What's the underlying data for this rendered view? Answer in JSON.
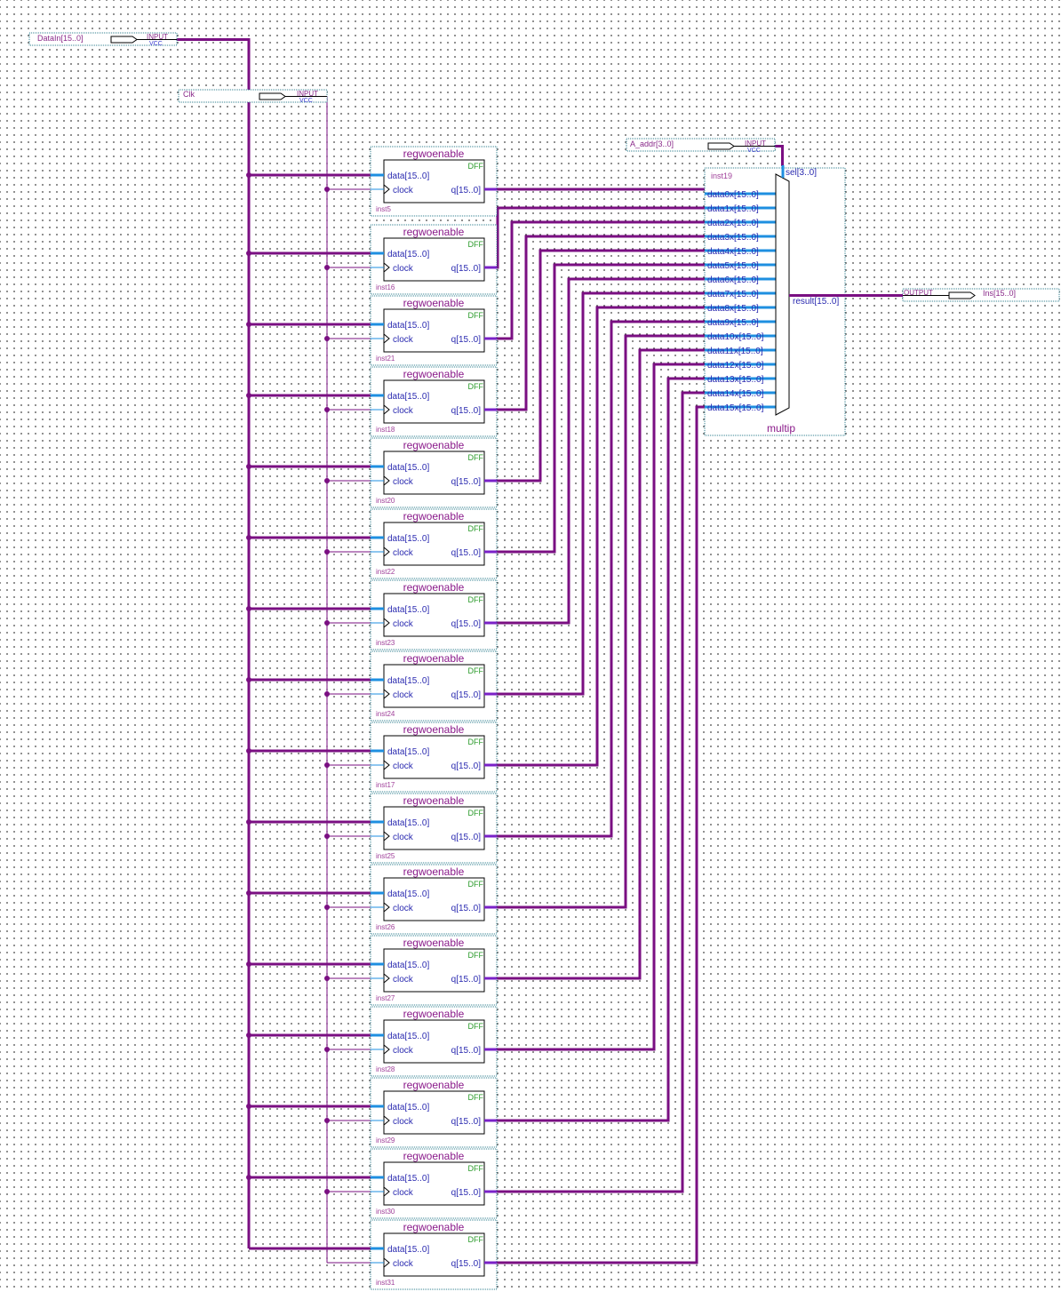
{
  "colors": {
    "bus": "#7a0f82",
    "pin_stub": "#1e8fe0",
    "pin_text": "#2a2ab0",
    "symbol_name": "#8a1a8a",
    "dff_label": "#2a9a2a",
    "inst_label": "#a0409a",
    "frame": "#2f7f8f",
    "io_text": "#8a2a8a",
    "vcc_text": "#3a3ad0"
  },
  "inputs": [
    {
      "name": "DataIn[15..0]",
      "kind": "INPUT",
      "sub": "VCC"
    },
    {
      "name": "Clk",
      "kind": "INPUT",
      "sub": "VCC"
    },
    {
      "name": "A_addr[3..0]",
      "kind": "INPUT",
      "sub": "VCC"
    }
  ],
  "output": {
    "name": "Ins[15..0]",
    "kind": "OUTPUT"
  },
  "register": {
    "symbol": "regwoenable",
    "type": "DFF",
    "pin_data": "data[15..0]",
    "pin_clock": "clock",
    "pin_q": "q[15..0]"
  },
  "registers": [
    {
      "inst": "inst5"
    },
    {
      "inst": "inst16"
    },
    {
      "inst": "inst21"
    },
    {
      "inst": "inst18"
    },
    {
      "inst": "inst20"
    },
    {
      "inst": "inst22"
    },
    {
      "inst": "inst23"
    },
    {
      "inst": "inst24"
    },
    {
      "inst": "inst17"
    },
    {
      "inst": "inst25"
    },
    {
      "inst": "inst26"
    },
    {
      "inst": "inst27"
    },
    {
      "inst": "inst28"
    },
    {
      "inst": "inst29"
    },
    {
      "inst": "inst30"
    },
    {
      "inst": "inst31"
    }
  ],
  "mux": {
    "inst": "inst19",
    "symbol": "multip",
    "sel": "sel[3..0]",
    "result": "result[15..0]",
    "inputs": [
      "data0x[15..0]",
      "data1x[15..0]",
      "data2x[15..0]",
      "data3x[15..0]",
      "data4x[15..0]",
      "data5x[15..0]",
      "data6x[15..0]",
      "data7x[15..0]",
      "data8x[15..0]",
      "data9x[15..0]",
      "data10x[15..0]",
      "data11x[15..0]",
      "data12x[15..0]",
      "data13x[15..0]",
      "data14x[15..0]",
      "data15x[15..0]"
    ]
  }
}
